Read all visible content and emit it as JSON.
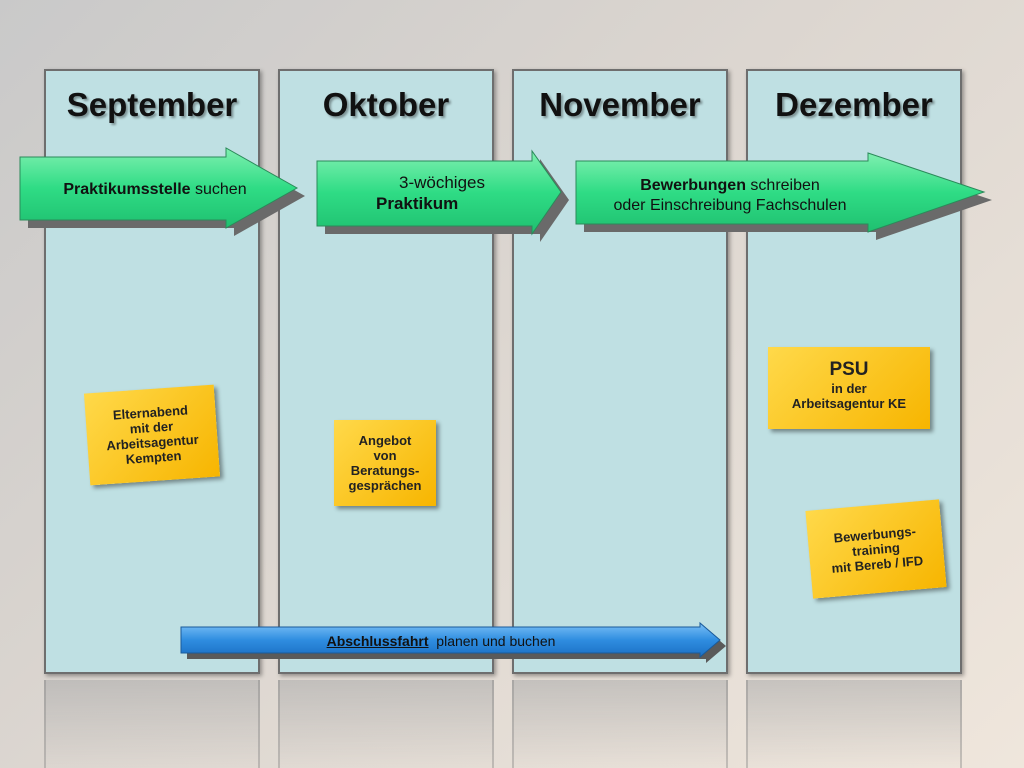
{
  "months": [
    "September",
    "Oktober",
    "November",
    "Dezember"
  ],
  "arrows": {
    "praktikumsstelle": {
      "bold": "Praktikumsstelle",
      "rest": " suchen"
    },
    "praktikum": {
      "line1": "3-wöchiges",
      "line2": "Praktikum"
    },
    "bewerbungen": {
      "bold": "Bewerbungen",
      "rest": " schreiben",
      "line2": "oder Einschreibung Fachschulen"
    },
    "abschlussfahrt": {
      "bold": "Abschlussfahrt",
      "rest": "  planen und buchen"
    }
  },
  "notes": {
    "elternabend": [
      "Elternabend",
      "mit der",
      "Arbeitsagentur",
      "Kempten"
    ],
    "angebot": [
      "Angebot",
      "von",
      "Beratungs-",
      "gesprächen"
    ],
    "psu": [
      "PSU",
      "in der",
      "Arbeitsagentur KE"
    ],
    "bewerbungstraining": [
      "Bewerbungs-",
      "training",
      "mit Bereb / IFD"
    ]
  },
  "colors": {
    "column": "#bfe0e3",
    "green_arrow": "#3ee08a",
    "blue_arrow": "#2f8de0",
    "note": "#f7c21c"
  }
}
